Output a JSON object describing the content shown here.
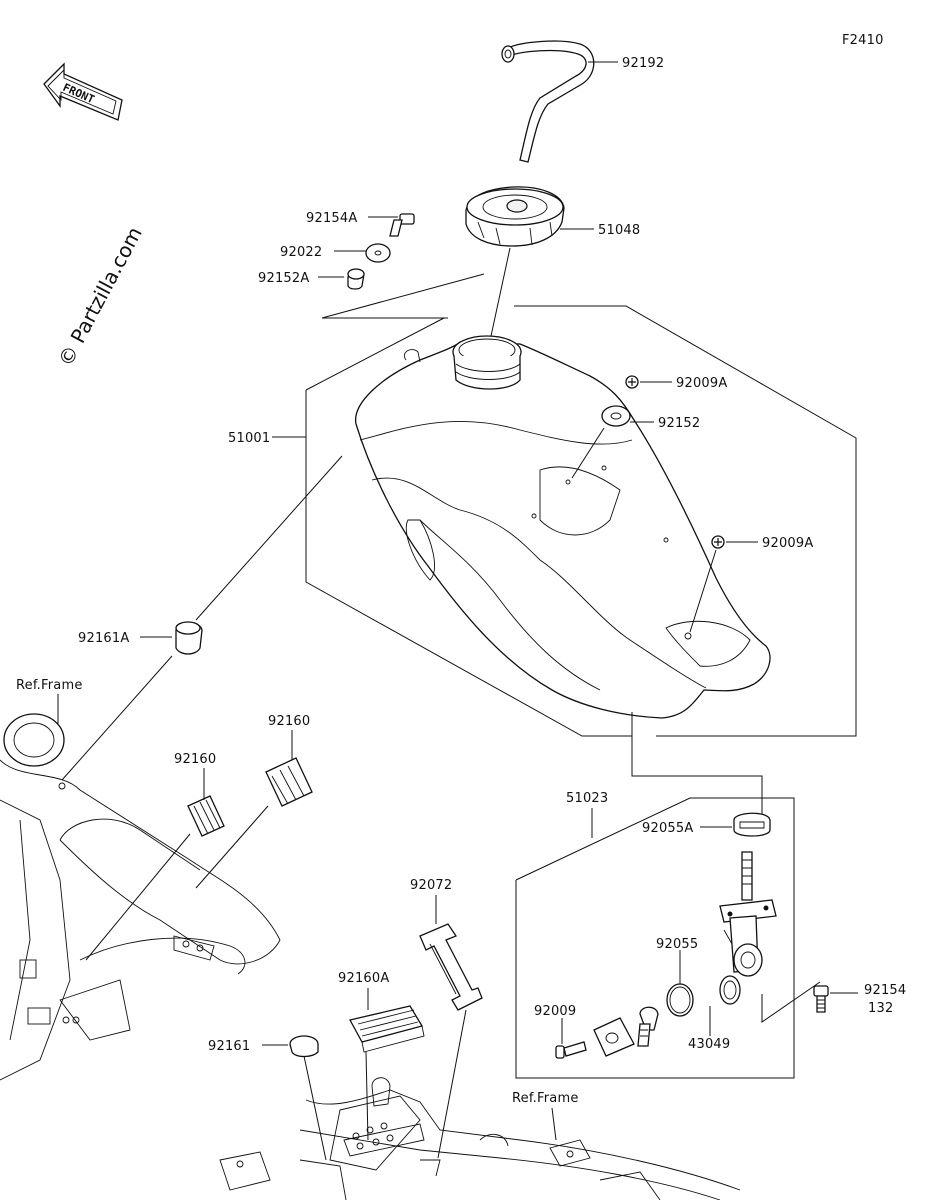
{
  "diagram_code": "F2410",
  "watermark": "© Partzilla.com",
  "front_indicator": "FRONT",
  "labels": {
    "hose": "92192",
    "cap": "51048",
    "bolt_a": "92154A",
    "washer": "92022",
    "collar_a": "92152A",
    "tank": "51001",
    "screw_a1": "92009A",
    "washer_b": "92152",
    "screw_a2": "92009A",
    "damper_a": "92161A",
    "ref_frame_1": "Ref.Frame",
    "pad_1": "92160",
    "pad_2": "92160",
    "cock_assy": "51023",
    "gasket_a": "92055A",
    "band": "92072",
    "pad_a": "92160A",
    "oring": "92055",
    "bolt": "92154",
    "bolt_qty": "132",
    "screw": "92009",
    "damper": "92161",
    "clip": "43049",
    "ref_frame_2": "Ref.Frame"
  }
}
